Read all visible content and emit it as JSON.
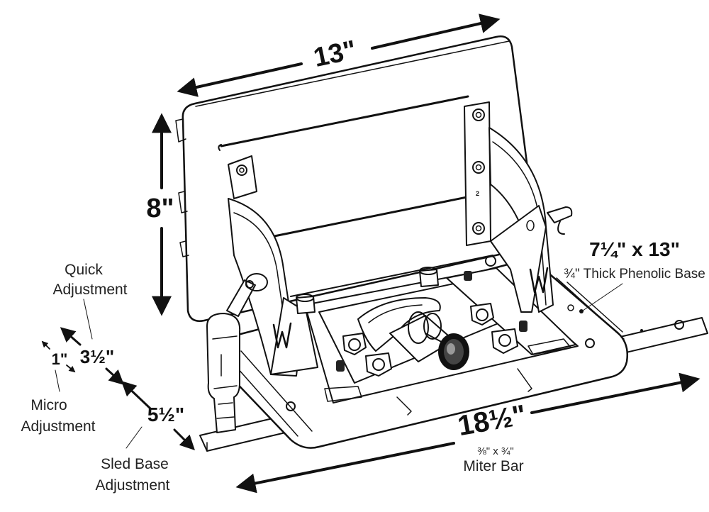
{
  "dimensions": {
    "width_13": "13\"",
    "height_8": "8\"",
    "base_size": "7¼\" x 13\"",
    "length_18": "18½\"",
    "quick_3": "3½\"",
    "micro_1": "1\"",
    "sled_5": "5½\""
  },
  "labels": {
    "base_desc": "¾\" Thick Phenolic Base",
    "miter_size": "⅜\" x ¾\"",
    "miter_bar": "Miter Bar",
    "quick_1": "Quick",
    "quick_2": "Adjustment",
    "micro_l1": "Micro",
    "micro_l2": "Adjustment",
    "sled_l1": "Sled Base",
    "sled_l2": "Adjustment",
    "bracket_num": "2"
  },
  "colors": {
    "ink": "#111111",
    "paper": "#ffffff",
    "shade": "#d9d9d9"
  }
}
